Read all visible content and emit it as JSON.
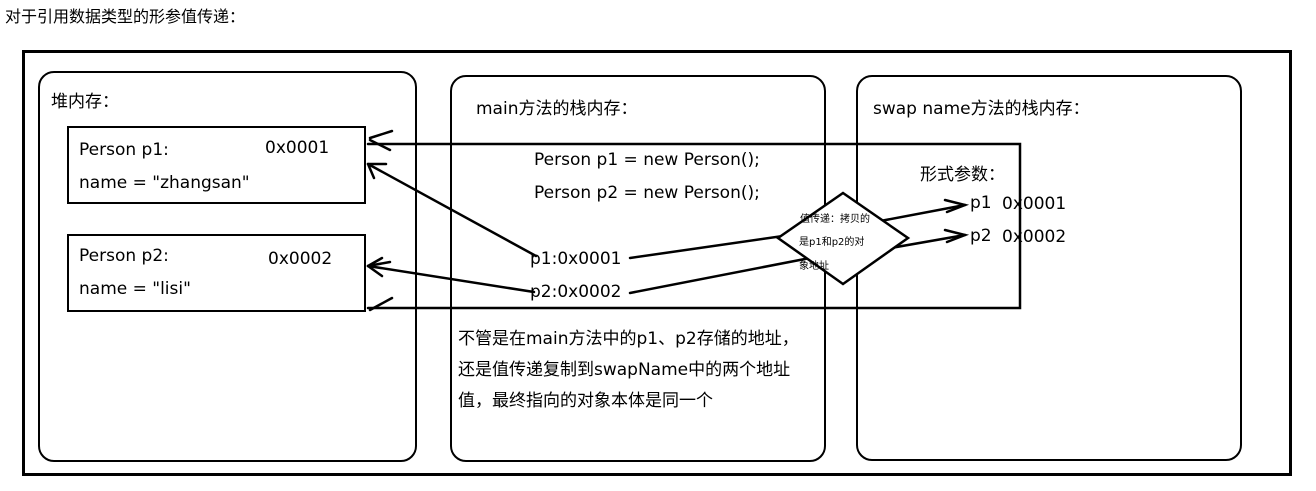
{
  "heading": "对于引用数据类型的形参值传递：",
  "heap": {
    "title": "堆内存：",
    "objects": [
      {
        "decl": "Person p1:",
        "address": "0x0001",
        "field": "name = \"zhangsan\""
      },
      {
        "decl": "Person p2:",
        "address": "0x0002",
        "field": "name = \"lisi\""
      }
    ]
  },
  "main_stack": {
    "title": "main方法的栈内存：",
    "code": [
      "Person p1 = new Person();",
      "Person p2 = new Person();"
    ],
    "vars": [
      "p1:0x0001",
      "p2:0x0002"
    ],
    "note": "不管是在main方法中的p1、p2存储的地址，还是值传递复制到swapName中的两个地址值，最终指向的对象本体是同一个"
  },
  "swap_stack": {
    "title": "swap name方法的栈内存：",
    "params_label": "形式参数：",
    "params": [
      {
        "name": "p1",
        "address": "0x0001"
      },
      {
        "name": "p2",
        "address": "0x0002"
      }
    ]
  },
  "decision": {
    "lines": [
      "值传递：拷贝的",
      "是p1和p2的对",
      "象地址"
    ]
  }
}
